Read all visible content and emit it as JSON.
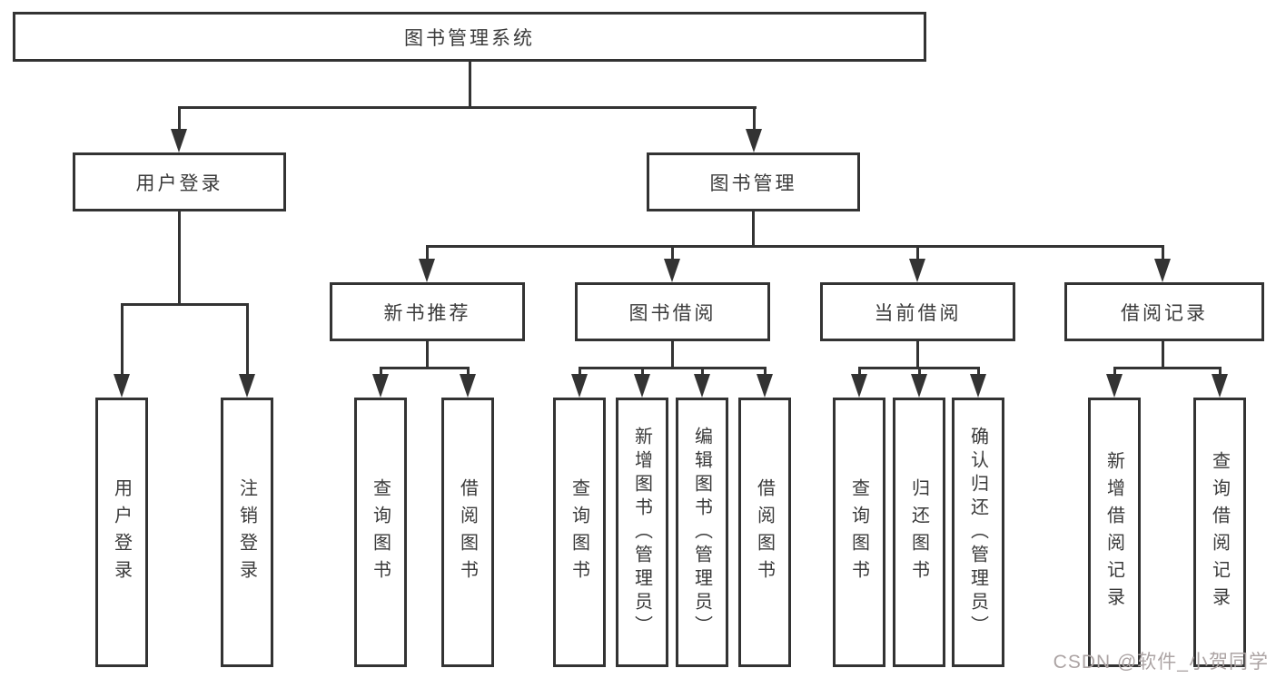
{
  "tree": {
    "root": "图书管理系统",
    "login": {
      "label": "用户登录",
      "children": [
        "用户登录",
        "注销登录"
      ]
    },
    "management": {
      "label": "图书管理",
      "sections": {
        "new_books": {
          "label": "新书推荐",
          "children": [
            "查询图书",
            "借阅图书"
          ]
        },
        "borrow": {
          "label": "图书借阅",
          "children": [
            "查询图书",
            "新增图书（管理员）",
            "编辑图书（管理员）",
            "借阅图书"
          ]
        },
        "current": {
          "label": "当前借阅",
          "children": [
            "查询图书",
            "归还图书",
            "确认归还（管理员）"
          ]
        },
        "records": {
          "label": "借阅记录",
          "children": [
            "新增借阅记录",
            "查询借阅记录"
          ]
        }
      }
    }
  },
  "watermark": {
    "text": "CSDN @软件_小贺同学",
    "color": "#aca4a4"
  },
  "colors": {
    "line": "#333333",
    "node_border": "#333333",
    "text": "#3a3a3a",
    "background": "#ffffff"
  }
}
